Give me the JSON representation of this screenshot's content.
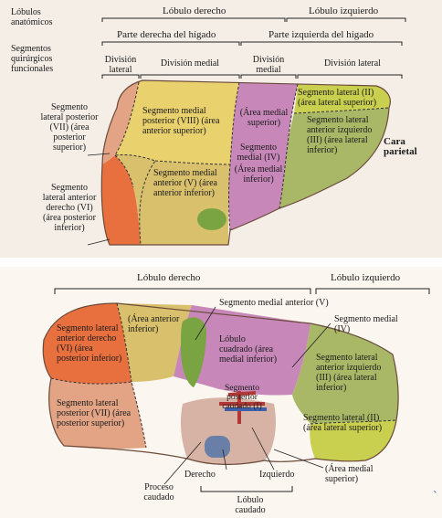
{
  "top": {
    "row_labels": {
      "anatomic": "Lóbulos anatómicos",
      "functional": "Segmentos quirúrgicos funcionales"
    },
    "lobes": {
      "right": "Lóbulo derecho",
      "left": "Lóbulo izquierdo"
    },
    "parts": {
      "right": "Parte derecha del hígado",
      "left": "Parte izquierda del hígado"
    },
    "divisions": {
      "lateral_right": "División lateral",
      "medial_right": "División medial",
      "medial_left": "División medial",
      "lateral_left": "División lateral"
    },
    "segments": {
      "vii": "Segmento lateral posterior (VII) (área posterior superior)",
      "vi": "Segmento lateral anterior derecho (VI) (área posterior inferior)",
      "viii": "Segmento medial posterior (VIII) (área anterior superior)",
      "v": "Segmento medial anterior (V) (área anterior inferior)",
      "iv_top": "(Área medial superior)",
      "iv": "Segmento medial (IV)",
      "iv_bottom": "(Área medial inferior)",
      "ii": "Segmento lateral (II) (área lateral superior)",
      "iii": "Segmento lateral anterior izquierdo (III) (área lateral inferior)"
    },
    "surface": "Cara parietal"
  },
  "bottom": {
    "lobes": {
      "right": "Lóbulo derecho",
      "left": "Lóbulo izquierdo"
    },
    "segments": {
      "v_callout": "Segmento medial anterior (V)",
      "iv_callout": "Segmento medial (IV)",
      "vi": "Segmento lateral anterior derecho (VI) (área posterior inferior)",
      "v_area": "(Área anterior inferior)",
      "quadrate": "Lóbulo cuadrado (área medial inferior)",
      "vii": "Segmento lateral posterior (VII) (área posterior superior)",
      "iii": "Segmento lateral anterior izquierdo (III) (área lateral inferior)",
      "ii": "Segmento lateral (II) (área lateral superior)",
      "caudate_seg": "Segmento posterior caudado (I)",
      "iv_area": "(Área medial superior)"
    },
    "labels": {
      "process": "Proceso caudado",
      "right": "Derecho",
      "left": "Izquierdo",
      "caudate_lobe": "Lóbulo caudado"
    }
  },
  "colors": {
    "seg_vii": "#e2a485",
    "seg_vi": "#e8703f",
    "seg_viii": "#e9d16e",
    "seg_v": "#d9c06c",
    "seg_iv": "#c787b9",
    "seg_ii": "#c9cf4f",
    "seg_iii": "#a9b867",
    "gallbladder": "#7aa341"
  }
}
